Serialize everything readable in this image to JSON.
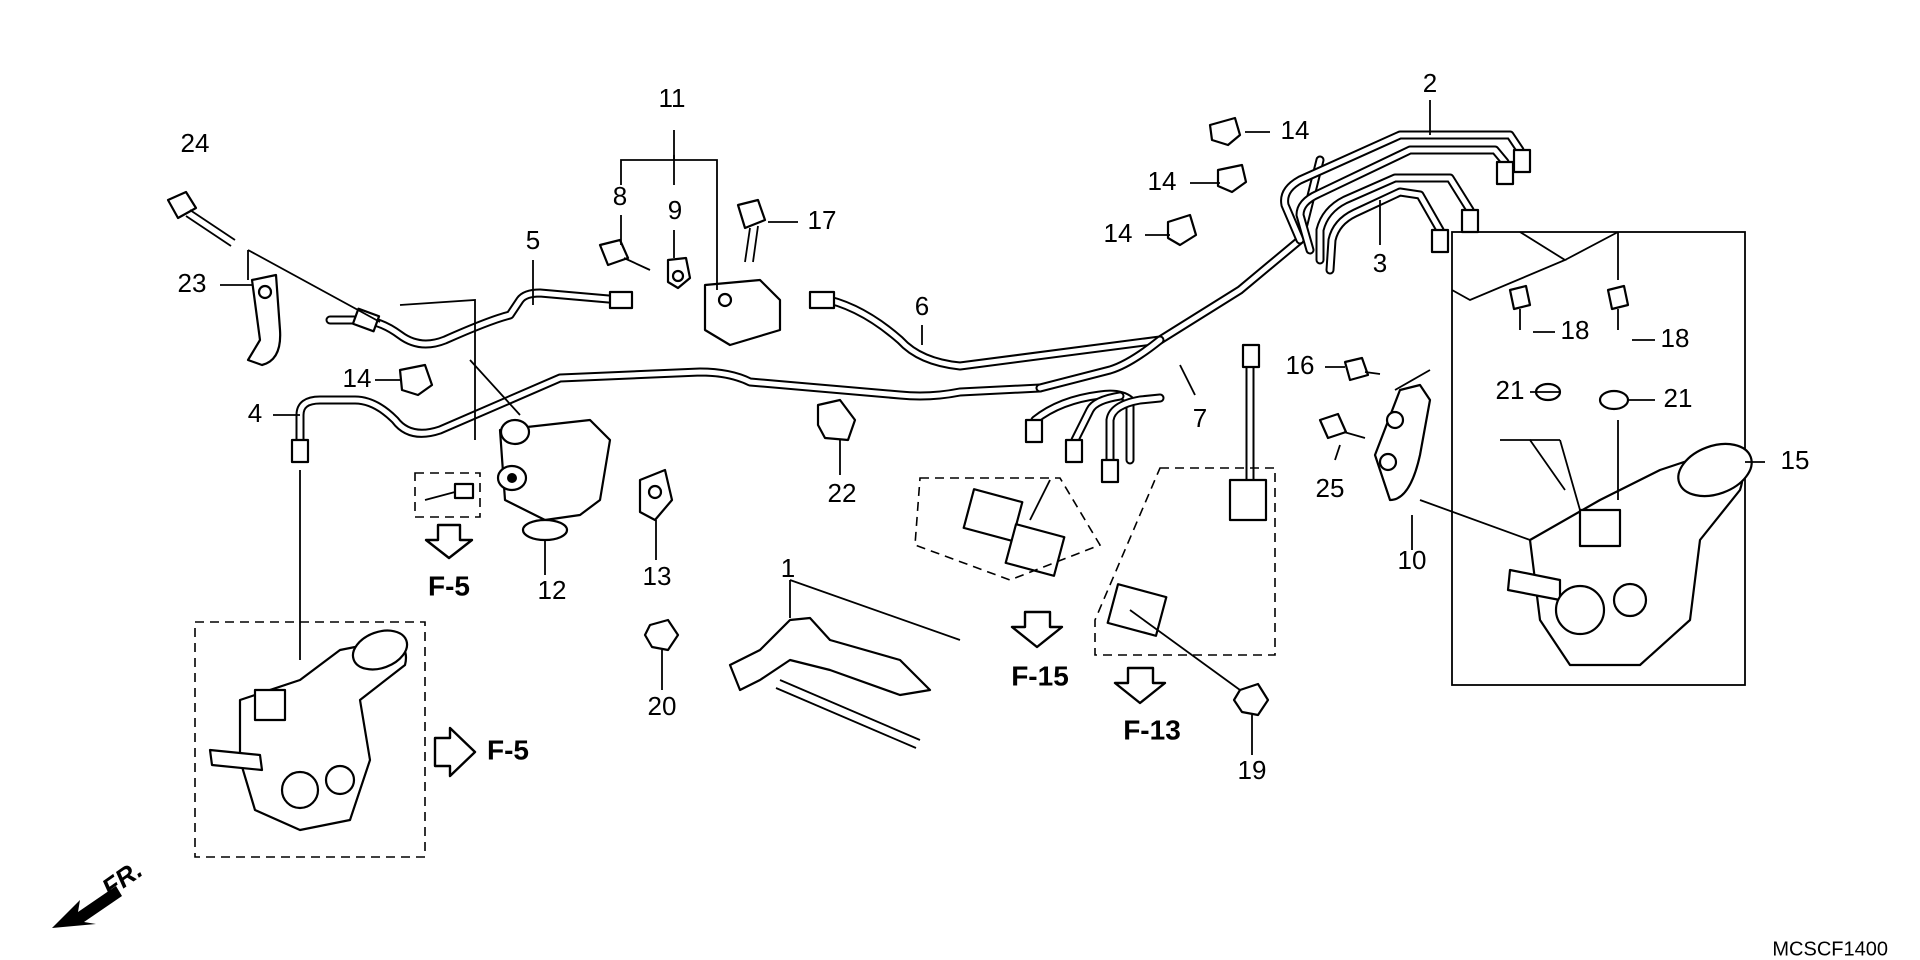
{
  "callouts": {
    "p1": "1",
    "p2": "2",
    "p3": "3",
    "p4": "4",
    "p5": "5",
    "p6": "6",
    "p7": "7",
    "p8": "8",
    "p9": "9",
    "p10": "10",
    "p11": "11",
    "p12": "12",
    "p13": "13",
    "p14a": "14",
    "p14b": "14",
    "p14c": "14",
    "p14d": "14",
    "p15": "15",
    "p16": "16",
    "p17": "17",
    "p18a": "18",
    "p18b": "18",
    "p19": "19",
    "p20": "20",
    "p21a": "21",
    "p21b": "21",
    "p22": "22",
    "p23": "23",
    "p24": "24",
    "p25": "25"
  },
  "refs": {
    "f5_left": "F-5",
    "f5_lower": "F-5",
    "f15": "F-15",
    "f13": "F-13"
  },
  "front_label": "FR.",
  "diagram_code": "MCSCF1400"
}
